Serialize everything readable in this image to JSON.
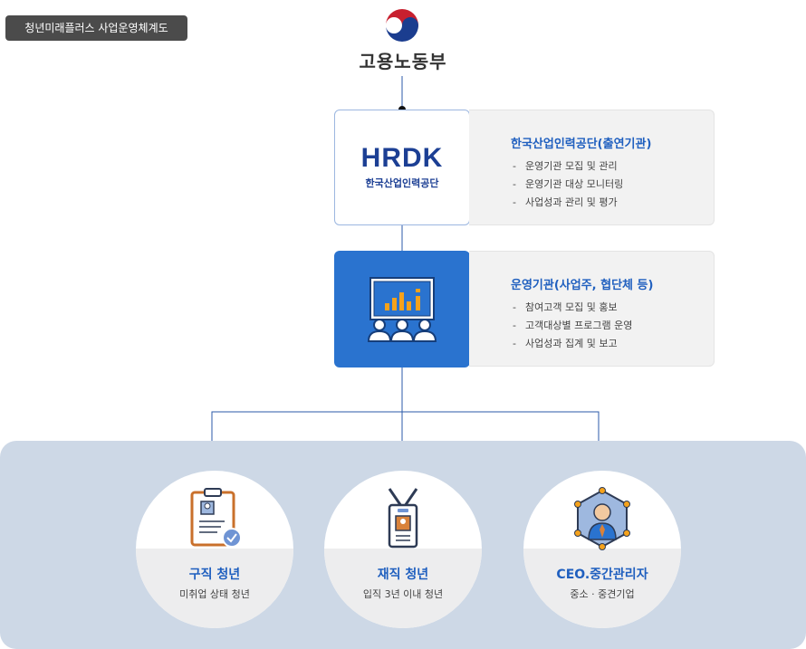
{
  "page_tag": "청년미래플러스 사업운영체계도",
  "ministry": {
    "name": "고용노동부"
  },
  "hrdk": {
    "logo_text": "HRDK",
    "logo_subtitle": "한국산업인력공단",
    "title": "한국산업인력공단(출연기관)",
    "items": [
      "운영기관 모집 및 관리",
      "운영기관 대상 모니터링",
      "사업성과 관리 및 평가"
    ]
  },
  "agency": {
    "title": "운영기관(사업주, 협단체 등)",
    "items": [
      "참여고객 모집 및 홍보",
      "고객대상별 프로그램 운영",
      "사업성과 집계 및 보고"
    ]
  },
  "targets": [
    {
      "title": "구직 청년",
      "subtitle": "미취업 상태 청년",
      "icon": "clipboard-resume-icon"
    },
    {
      "title": "재직 청년",
      "subtitle": "입직 3년 이내 청년",
      "icon": "id-badge-icon"
    },
    {
      "title": "CEO.중간관리자",
      "subtitle": "중소 · 중견기업",
      "icon": "manager-network-icon"
    }
  ],
  "colors": {
    "accent": "#1f5fbf",
    "agency_fill": "#2a73cf",
    "panel": "#cdd8e6",
    "tag_bg": "#4b4b4b"
  }
}
